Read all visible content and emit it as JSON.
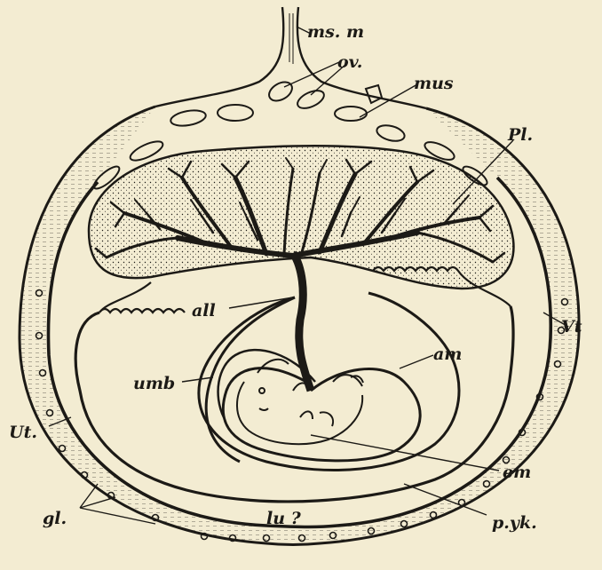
{
  "labels": {
    "ms_m": "ms. m",
    "ov": "ov.",
    "mus": "mus",
    "pl": "Pl.",
    "all": "all",
    "vt": "Vt",
    "am": "am",
    "umb": "umb",
    "ut": "Ut.",
    "em": "em",
    "gl": "gl.",
    "lu": "lu ?",
    "p_yk": "p.yk."
  },
  "colors": {
    "paper": "#f3ecd2",
    "ink": "#1c1a16",
    "tissue": "#e8e0c2"
  }
}
